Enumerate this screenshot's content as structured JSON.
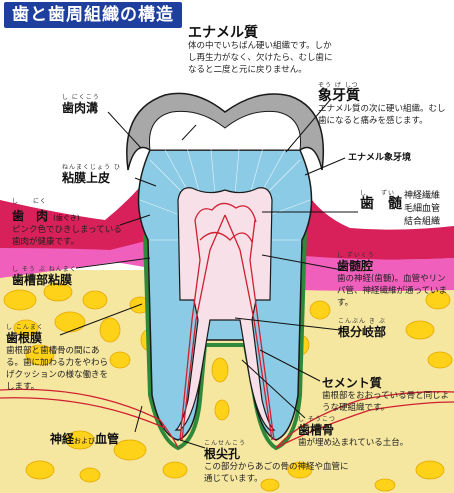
{
  "title": "歯と歯周組織の構造",
  "labels": {
    "enamel": {
      "name": "エナメル質",
      "desc": "体の中でいちばん硬い組織です。しかし再生力がなく、欠けたら、むし歯になると二度と元に戻りません。"
    },
    "dentin": {
      "ruby": "ぞう げ しつ",
      "name": "象牙質",
      "desc": "エナメル質の次に硬い組織。むし歯になると痛みを感じます。"
    },
    "dej": {
      "name": "エナメル象牙境"
    },
    "pulp": {
      "ruby": "し　　ずい",
      "name": "歯　髄",
      "items": [
        "神経繊維",
        "毛細血管",
        "結合組織"
      ]
    },
    "sulcus": {
      "ruby": "し にくこう",
      "name": "歯肉溝"
    },
    "epithelium": {
      "ruby": "ねんまくじょう ひ",
      "name": "粘膜上皮"
    },
    "gum": {
      "ruby": "し　　にく",
      "name": "歯　肉",
      "paren": "(歯ぐき)",
      "desc": "ピンク色でひきしまっている歯肉が健康です。"
    },
    "mucosa": {
      "ruby": "し そう ぶ ねんまく",
      "name": "歯槽部粘膜"
    },
    "pulp_cavity": {
      "ruby": "し ずいくう",
      "name": "歯髄腔",
      "desc": "歯の神経(歯髄)。血管やリンパ管、神経繊維が通っています。"
    },
    "ligament": {
      "ruby": "し こんまく",
      "name": "歯根膜",
      "desc": "歯根部と歯槽骨の間にある。歯に加わる力をやわらげクッションの様な働きをします。"
    },
    "furcation": {
      "ruby": "こんぶん き ぶ",
      "name": "根分岐部"
    },
    "cementum": {
      "name": "セメント質",
      "desc": "歯根部をおおっている骨と同じような硬組織です。"
    },
    "bone": {
      "ruby": "し そうこつ",
      "name": "歯槽骨",
      "desc": "歯が埋め込まれている土台。"
    },
    "nerve": {
      "name_a": "神経",
      "name_b": "および",
      "name_c": "血管"
    },
    "foramen": {
      "ruby": "こんせんこう",
      "name": "根尖孔",
      "desc": "この部分からあごの骨の神経や血管に通じています。"
    }
  },
  "colors": {
    "title_bg": "#1e3f9e",
    "enamel": "#a8a8a8",
    "dentin": "#8ccbe5",
    "pulp": "#f7e0e8",
    "gum": "#d8205a",
    "mucosa": "#f05fbc",
    "bone": "#f5e6a0",
    "bone_cell": "#ffd21a",
    "ligament": "#2e8a3a",
    "vessel": "#d02030"
  }
}
